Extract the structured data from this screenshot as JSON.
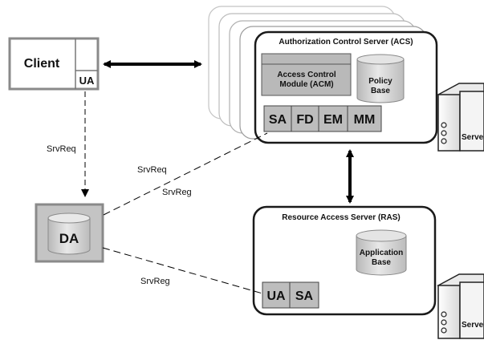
{
  "client": {
    "title": "Client",
    "agent": "UA"
  },
  "da": {
    "label": "DA"
  },
  "acs": {
    "title": "Authorization Control Server (ACS)",
    "acm": {
      "line1": "Access Control",
      "line2": "Module (ACM)"
    },
    "policy_base": {
      "line1": "Policy",
      "line2": "Base"
    },
    "modules": [
      "SA",
      "FD",
      "EM",
      "MM"
    ]
  },
  "ras": {
    "title": "Resource  Access Server (RAS)",
    "app_base": {
      "line1": "Application",
      "line2": "Base"
    },
    "modules": [
      "UA",
      "SA"
    ]
  },
  "servers": {
    "top_label": "Server",
    "bottom_label": "Server"
  },
  "links": {
    "client_to_da": "SrvReq",
    "da_to_acs_req": "SrvReq",
    "da_to_acs_reg": "SrvReg",
    "da_to_ras_reg": "SrvReg"
  }
}
